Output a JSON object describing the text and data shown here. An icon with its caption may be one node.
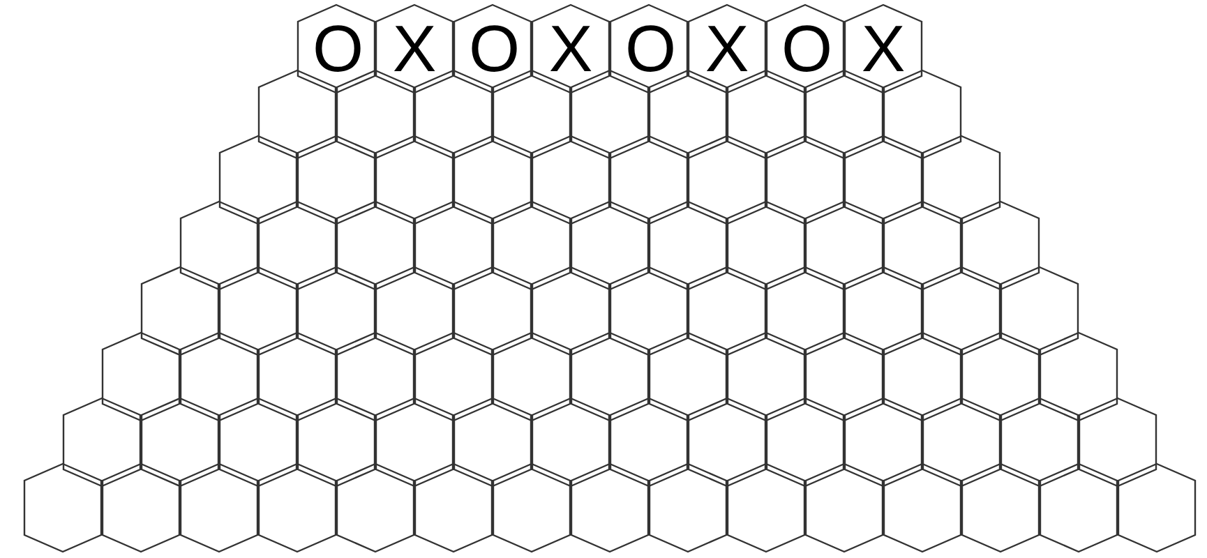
{
  "diagram": {
    "nodes": [
      {
        "text": [
          "O"
        ]
      },
      {
        "text": [
          "X"
        ]
      },
      {
        "text": [
          "O"
        ]
      },
      {
        "text": [
          "X"
        ]
      },
      {
        "text": [
          "O"
        ]
      },
      {
        "text": [
          "X"
        ]
      },
      {
        "text": [
          "O"
        ]
      },
      {
        "text": [
          "X"
        ]
      },
      {
        "text": [],
        "shape": "hexagon"
      },
      {
        "text": [],
        "shape": "hexagon"
      },
      {
        "text": [],
        "shape": "hexagon"
      },
      {
        "text": [],
        "shape": "hexagon"
      },
      {
        "text": [],
        "shape": "hexagon"
      },
      {
        "text": [],
        "shape": "hexagon"
      },
      {
        "text": [],
        "shape": "hexagon"
      },
      {
        "text": [],
        "shape": "hexagon"
      },
      {
        "text": [],
        "shape": "hexagon"
      },
      {
        "text": [],
        "shape": "hexagon"
      },
      {
        "text": [],
        "shape": "hexagon"
      },
      {
        "text": [],
        "shape": "hexagon"
      },
      {
        "text": [],
        "shape": "hexagon"
      },
      {
        "text": [],
        "shape": "hexagon"
      },
      {
        "text": [],
        "shape": "hexagon"
      },
      {
        "text": [],
        "shape": "hexagon"
      },
      {
        "text": [],
        "shape": "hexagon"
      },
      {
        "text": [],
        "shape": "hexagon"
      },
      {
        "text": [],
        "shape": "hexagon"
      },
      {
        "text": [],
        "shape": "hexagon"
      },
      {
        "text": [],
        "shape": "hexagon"
      },
      {
        "text": [],
        "shape": "hexagon"
      },
      {
        "text": [],
        "shape": "hexagon"
      },
      {
        "text": [],
        "shape": "hexagon"
      },
      {
        "text": [],
        "shape": "hexagon"
      },
      {
        "text": [],
        "shape": "hexagon"
      },
      {
        "text": [],
        "shape": "hexagon"
      },
      {
        "text": [],
        "shape": "hexagon"
      },
      {
        "text": [],
        "shape": "hexagon"
      },
      {
        "text": [],
        "shape": "hexagon"
      },
      {
        "text": [],
        "shape": "hexagon"
      },
      {
        "text": [],
        "shape": "hexagon"
      },
      {
        "text": [],
        "shape": "hexagon"
      },
      {
        "text": [],
        "shape": "hexagon"
      },
      {
        "text": [],
        "shape": "hexagon"
      },
      {
        "text": [],
        "shape": "hexagon"
      },
      {
        "text": [],
        "shape": "hexagon"
      },
      {
        "text": [],
        "shape": "hexagon"
      },
      {
        "text": [],
        "shape": "hexagon"
      },
      {
        "text": [],
        "shape": "hexagon"
      },
      {
        "text": [],
        "shape": "hexagon"
      },
      {
        "text": [],
        "shape": "hexagon"
      },
      {
        "text": [],
        "shape": "hexagon"
      },
      {
        "text": [],
        "shape": "hexagon"
      },
      {
        "text": [],
        "shape": "hexagon"
      },
      {
        "text": [],
        "shape": "hexagon"
      },
      {
        "text": [],
        "shape": "hexagon"
      },
      {
        "text": [],
        "shape": "hexagon"
      },
      {
        "text": [],
        "shape": "hexagon"
      },
      {
        "text": [],
        "shape": "hexagon"
      },
      {
        "text": [],
        "shape": "hexagon"
      },
      {
        "text": [],
        "shape": "hexagon"
      },
      {
        "text": [],
        "shape": "hexagon"
      },
      {
        "text": [],
        "shape": "hexagon"
      },
      {
        "text": [],
        "shape": "hexagon"
      },
      {
        "text": [],
        "shape": "hexagon"
      },
      {
        "text": [],
        "shape": "hexagon"
      },
      {
        "text": [],
        "shape": "hexagon"
      },
      {
        "text": [],
        "shape": "hexagon"
      },
      {
        "text": [],
        "shape": "hexagon"
      },
      {
        "text": [],
        "shape": "hexagon"
      },
      {
        "text": [],
        "shape": "hexagon"
      },
      {
        "text": [],
        "shape": "hexagon"
      },
      {
        "text": [],
        "shape": "hexagon"
      },
      {
        "text": [],
        "shape": "hexagon"
      },
      {
        "text": [],
        "shape": "hexagon"
      },
      {
        "text": [],
        "shape": "hexagon"
      },
      {
        "text": [],
        "shape": "hexagon"
      },
      {
        "text": [],
        "shape": "hexagon"
      },
      {
        "text": [],
        "shape": "hexagon"
      },
      {
        "text": [],
        "shape": "hexagon"
      },
      {
        "text": [],
        "shape": "hexagon"
      },
      {
        "text": [],
        "shape": "hexagon"
      },
      {
        "text": [],
        "shape": "hexagon"
      },
      {
        "text": [],
        "shape": "hexagon"
      },
      {
        "text": [],
        "shape": "hexagon"
      },
      {
        "text": [],
        "shape": "hexagon"
      },
      {
        "text": [],
        "shape": "hexagon"
      },
      {
        "text": [],
        "shape": "hexagon"
      },
      {
        "text": [],
        "shape": "hexagon"
      },
      {
        "text": [],
        "shape": "hexagon"
      },
      {
        "text": [],
        "shape": "hexagon"
      },
      {
        "text": [],
        "shape": "hexagon"
      },
      {
        "text": [],
        "shape": "hexagon"
      }
    ]
  }
}
